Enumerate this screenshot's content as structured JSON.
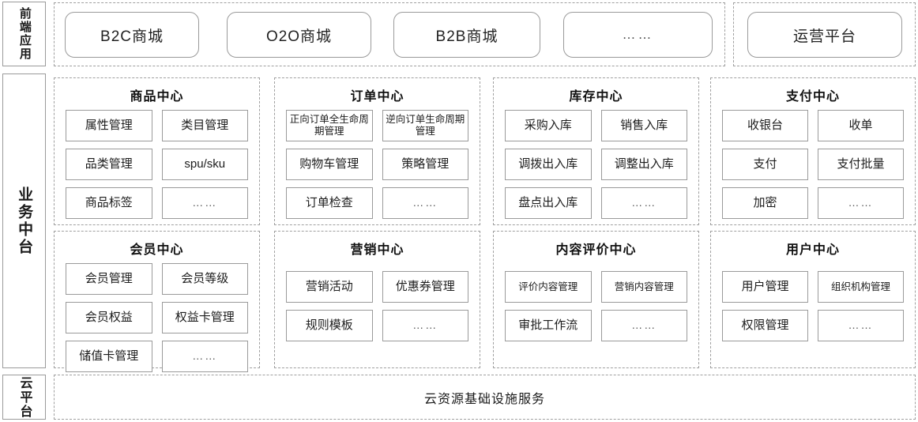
{
  "bands": {
    "frontend_label": "前端应用",
    "middle_label": "业务中台",
    "cloud_label": "云平台"
  },
  "frontend": {
    "apps": [
      {
        "label": "B2C商城"
      },
      {
        "label": "O2O商城"
      },
      {
        "label": "B2B商城"
      },
      {
        "label": "……"
      }
    ],
    "ops_platform": {
      "label": "运营平台"
    }
  },
  "middle": {
    "centers": [
      {
        "title": "商品中心",
        "tiles": [
          "属性管理",
          "类目管理",
          "品类管理",
          "spu/sku",
          "商品标签",
          "……"
        ]
      },
      {
        "title": "订单中心",
        "tiles": [
          "正向订单全生命周期管理",
          "逆向订单生命周期管理",
          "购物车管理",
          "策略管理",
          "订单检查",
          "……"
        ]
      },
      {
        "title": "库存中心",
        "tiles": [
          "采购入库",
          "销售入库",
          "调拨出入库",
          "调整出入库",
          "盘点出入库",
          "……"
        ]
      },
      {
        "title": "支付中心",
        "tiles": [
          "收银台",
          "收单",
          "支付",
          "支付批量",
          "加密",
          "……"
        ]
      },
      {
        "title": "会员中心",
        "tiles": [
          "会员管理",
          "会员等级",
          "会员权益",
          "权益卡管理",
          "储值卡管理",
          "……"
        ]
      },
      {
        "title": "营销中心",
        "tiles": [
          "营销活动",
          "优惠券管理",
          "规则模板",
          "……"
        ]
      },
      {
        "title": "内容评价中心",
        "tiles": [
          "评价内容管理",
          "营销内容管理",
          "审批工作流",
          "……"
        ]
      },
      {
        "title": "用户中心",
        "tiles": [
          "用户管理",
          "组织机构管理",
          "权限管理",
          "……"
        ]
      }
    ]
  },
  "cloud": {
    "service_label": "云资源基础设施服务"
  },
  "colors": {
    "solid_border": "#9a9a9a",
    "dashed_border": "#9f9f9f",
    "background": "#ffffff",
    "text": "#1a1a1a"
  }
}
